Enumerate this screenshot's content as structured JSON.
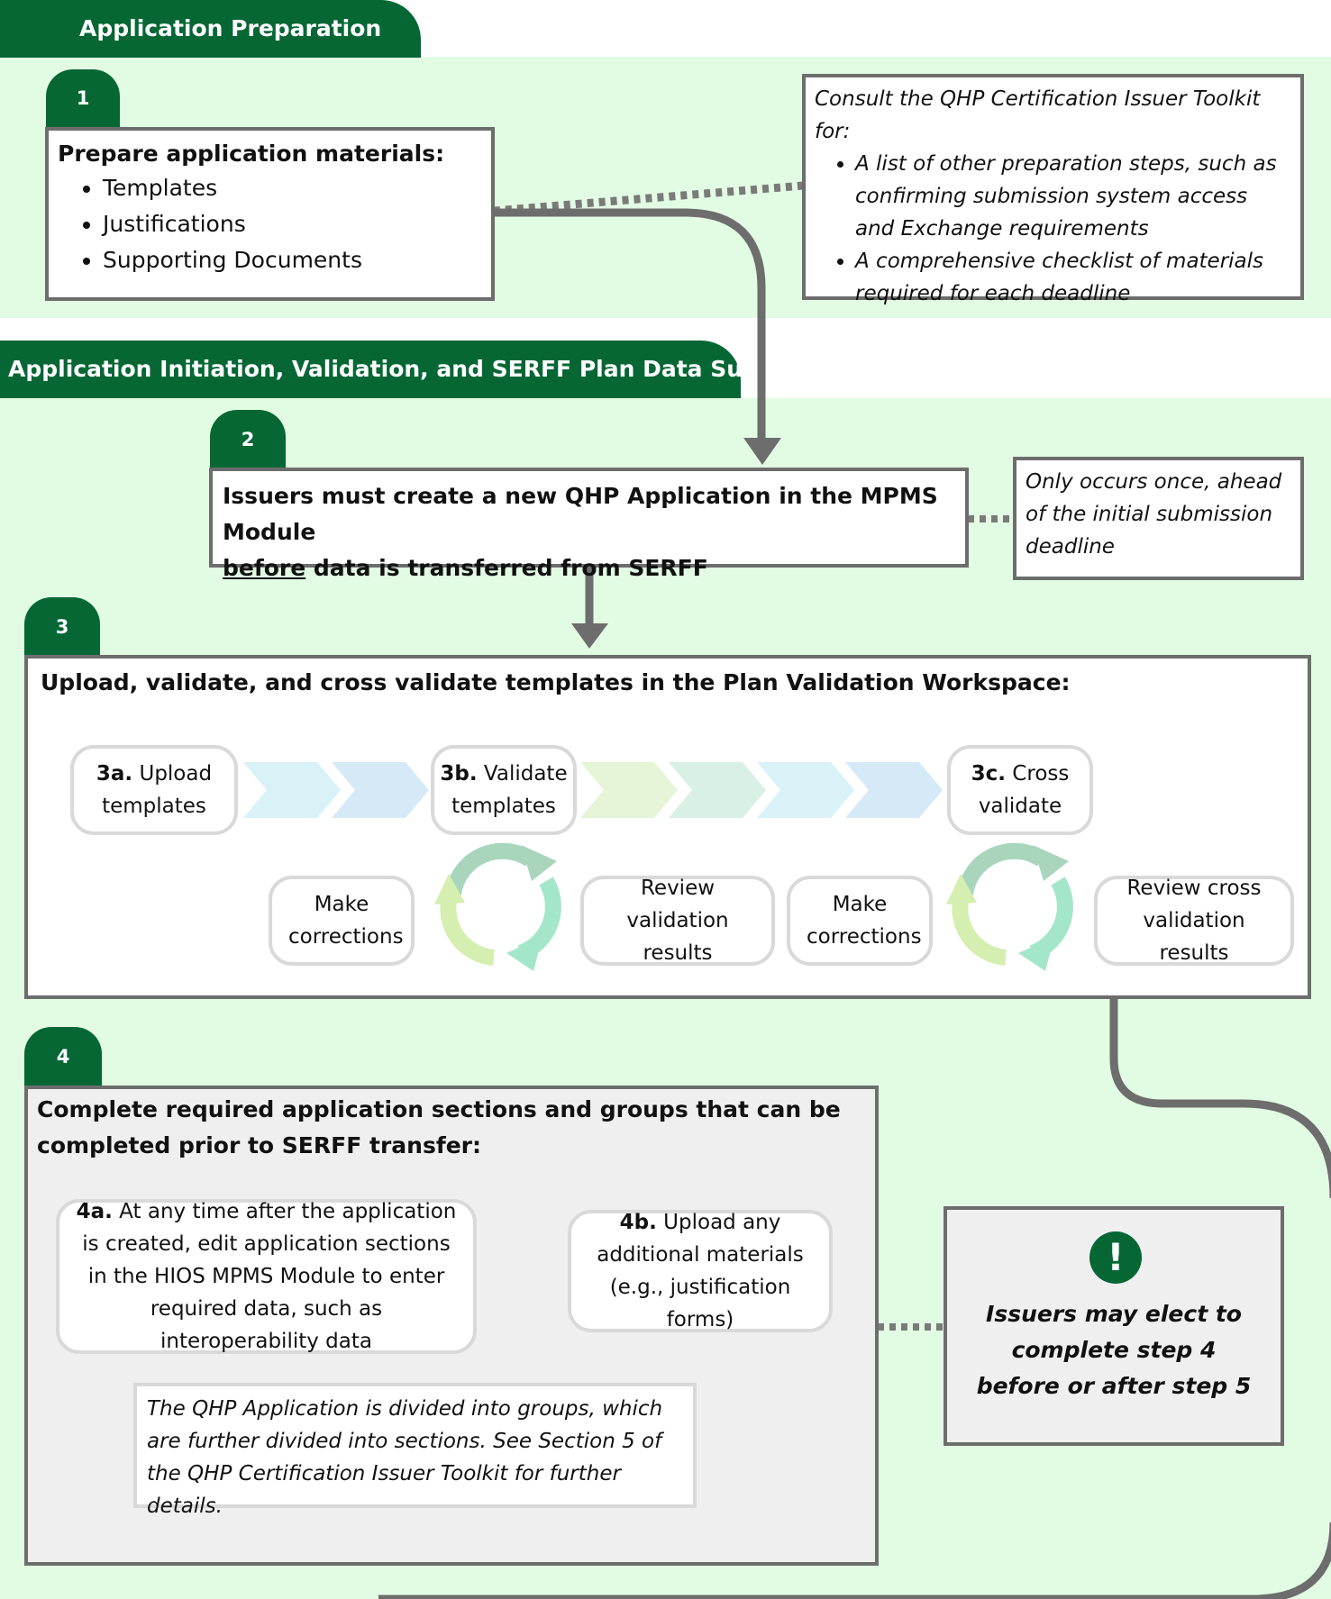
{
  "sections": {
    "prep": "Application Preparation",
    "init": "Application Initiation, Validation, and SERFF Plan Data Submission"
  },
  "steps": {
    "s1": "1",
    "s2": "2",
    "s3": "3",
    "s4": "4"
  },
  "step1": {
    "title": "Prepare application materials:",
    "items": [
      "Templates",
      "Justifications",
      "Supporting Documents"
    ]
  },
  "consult": {
    "intro": "Consult the QHP Certification Issuer Toolkit for:",
    "items": [
      "A list of other preparation steps, such as confirming submission system access and Exchange requirements",
      "A comprehensive checklist of materials required for each deadline"
    ]
  },
  "step2": {
    "text_a": "Issuers must create a new QHP Application in the MPMS Module",
    "underlined": "before",
    "text_b": " data is transferred from SERFF"
  },
  "once_note": "Only occurs once, ahead of the initial submission deadline",
  "step3": {
    "title": "Upload, validate, and cross validate templates in the Plan Validation Workspace:",
    "a_bold": "3a.",
    "a_text": " Upload",
    "a_text2": "templates",
    "b_bold": "3b.",
    "b_text": " Validate",
    "b_text2": "templates",
    "c_bold": "3c.",
    "c_text": " Cross",
    "c_text2": "validate",
    "make1": "Make corrections",
    "review1": "Review validation results",
    "make2": "Make corrections",
    "review2": "Review cross validation results"
  },
  "step4": {
    "title": "Complete required application sections and groups that can be completed prior to SERFF transfer:",
    "a_bold": "4a.",
    "a_text": " At any time after the application is created, edit application sections in the HIOS MPMS Module to enter required data, such as interoperability data",
    "b_bold": "4b.",
    "b_text": " Upload any additional materials (e.g., justification forms)",
    "note": "The QHP Application is divided into groups, which are further divided into sections. See Section 5 of the QHP Certification Issuer Toolkit for further details."
  },
  "alert": {
    "icon": "exclamation-icon",
    "text": "Issuers may elect to complete step 4 before or after step 5"
  },
  "colors": {
    "green_dark": "#066735",
    "band": "#e2fce3",
    "connector": "#6d6d6d"
  }
}
